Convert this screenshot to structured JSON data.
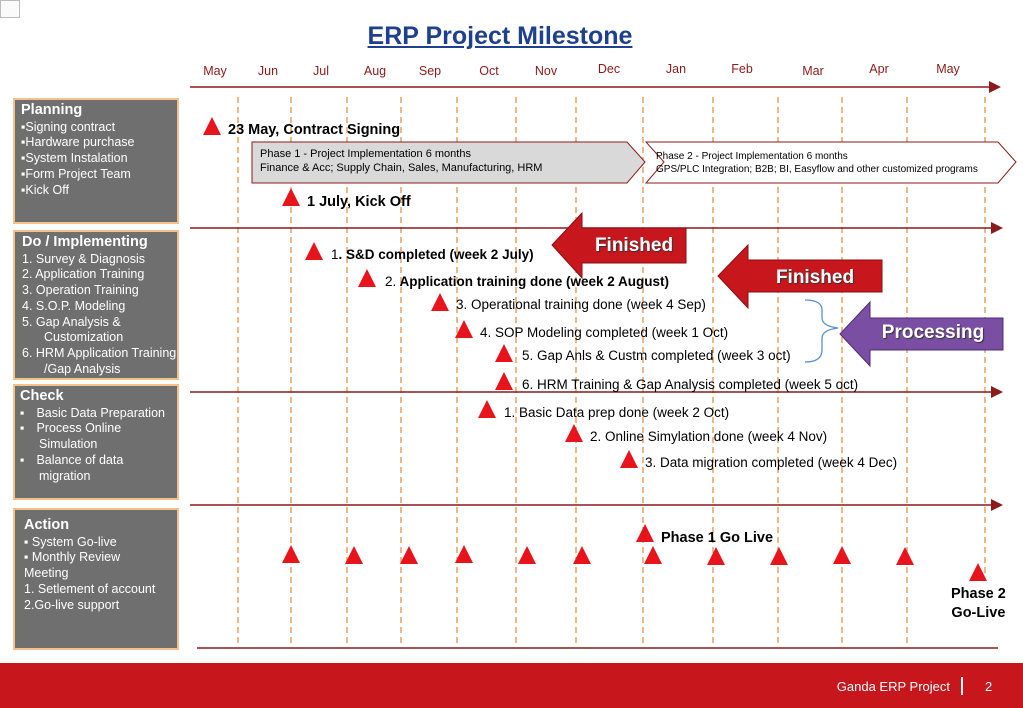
{
  "title": "ERP Project Milestone",
  "months": [
    "May",
    "Jun",
    "Jul",
    "Aug",
    "Sep",
    "Oct",
    "Nov",
    "Dec",
    "Jan",
    "Feb",
    "Mar",
    "Apr",
    "May"
  ],
  "panels": {
    "planning": {
      "heading": "Planning",
      "items": [
        "▪Signing contract",
        "▪Hardware purchase",
        "▪System Instalation",
        "▪Form Project Team",
        "▪Kick Off"
      ]
    },
    "do": {
      "heading": "Do / Implementing",
      "items": [
        "1. Survey & Diagnosis",
        "2. Application Training",
        "3. Operation Training",
        "4. S.O.P. Modeling",
        "5. Gap Analysis &",
        "Customization",
        "6. HRM Application Training",
        "/Gap Analysis"
      ]
    },
    "check": {
      "heading": "Check",
      "items": [
        "Basic Data Preparation",
        "Process Online",
        "Simulation",
        "Balance of data",
        "migration"
      ]
    },
    "action": {
      "heading": "Action",
      "items": [
        "▪ System Go-live",
        "▪ Monthly Review",
        "Meeting",
        "1. Setlement of account",
        "2.Go-live support"
      ]
    }
  },
  "phases": {
    "phase1": {
      "line1": "Phase 1 - Project Implementation  6 months",
      "line2": "Finance & Acc; Supply Chain, Sales, Manufacturing, HRM"
    },
    "phase2": {
      "line1": "Phase 2 - Project Implementation  6 months",
      "line2": "GPS/PLC Integration; B2B; BI, Easyflow  and other customized programs"
    }
  },
  "milestones": {
    "contract": "23 May, Contract Signing",
    "kickoff": "1 July, Kick Off",
    "do1_num": "1",
    "do1": ". S&D completed (week 2 July)",
    "do2_num": "2.",
    "do2": " Application training done (week 2 August)",
    "do3": "3. Operational training done (week 4 Sep)",
    "do4": "4. SOP Modeling completed (week 1 Oct)",
    "do5": "5. Gap Anls & Custm completed (week 3 oct)",
    "do6": "6. HRM Training & Gap Analysis completed (week 5 oct)",
    "check1": "1. Basic Data prep done (week 2 Oct)",
    "check2": "2. Online Simylation done (week 4 Nov)",
    "check3": "3. Data migration completed (week 4 Dec)",
    "golive1": "Phase 1 Go Live",
    "golive2_l1": "Phase 2",
    "golive2_l2": "Go-Live"
  },
  "badges": {
    "finished1": "Finished",
    "finished2": "Finished",
    "processing": "Processing"
  },
  "footer": {
    "project": "Ganda ERP Project",
    "page": "2"
  },
  "colors": {
    "title": "#1f3f8f",
    "month": "#8b1a1a",
    "triangle": "#e8141b",
    "finished": "#c8161d",
    "processing": "#7a4fa3",
    "footer": "#c8161d",
    "panel": "#6f6f6f"
  }
}
